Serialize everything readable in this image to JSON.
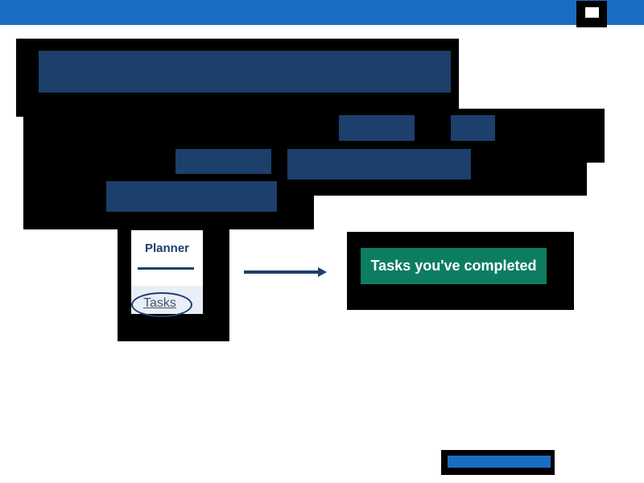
{
  "planner": {
    "title": "Planner",
    "tasks_label": "Tasks"
  },
  "completed": {
    "label": "Tasks you've completed"
  },
  "colors": {
    "topbar": "#1a6dc2",
    "redaction_bar": "#1c3f6b",
    "completed_button": "#0d7d62"
  }
}
